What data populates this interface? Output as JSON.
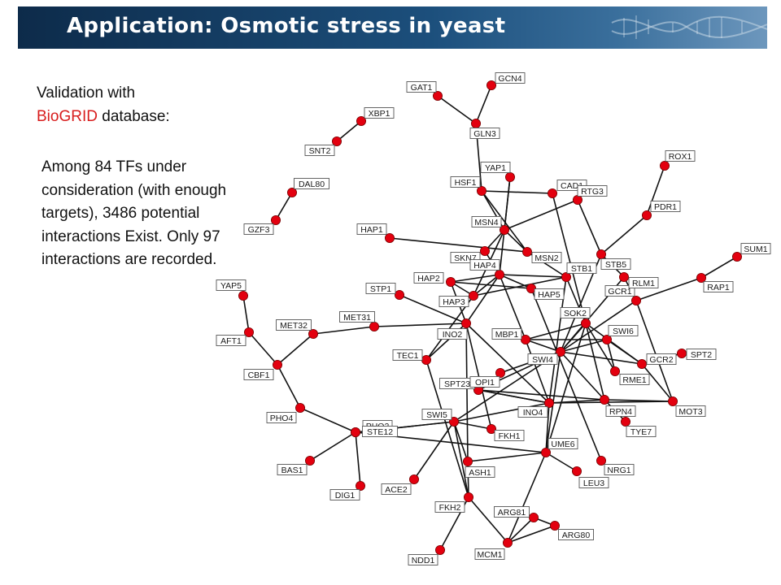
{
  "slide": {
    "title": "Application: Osmotic stress in yeast",
    "validation_prefix": "Validation with",
    "database_name": "BioGRID",
    "validation_suffix": " database:",
    "stats_text": "Among 84 TFs under consideration (with enough targets), 3486 potential interactions Exist. Only 97 interactions are recorded."
  },
  "colors": {
    "title_bar": "#1c4f7c",
    "highlight": "#d81c1c",
    "node_fill": "#e3000f",
    "edge": "#111111"
  },
  "network": {
    "nodes": [
      "GAT1",
      "GCN4",
      "GLN3",
      "XBP1",
      "SNT2",
      "DAL80",
      "GZF3",
      "YAP1",
      "HSF1",
      "CAD1",
      "RTG3",
      "ROX1",
      "PDR1",
      "HAP1",
      "MSN4",
      "SKN7",
      "HAP4",
      "MSN2",
      "STB1",
      "STB5",
      "SUM1",
      "RAP1",
      "HAP2",
      "STP1",
      "HAP3",
      "HAP5",
      "GCR1",
      "RLM1",
      "YAP5",
      "MET32",
      "MET31",
      "AFT1",
      "INO2",
      "SOK2",
      "SWI6",
      "MBP1",
      "TEC1",
      "SWI4",
      "GCR2",
      "SPT2",
      "CBF1",
      "SPT23",
      "OPI1",
      "RME1",
      "INO4",
      "RPN4",
      "MOT3",
      "PHO4",
      "SWI5",
      "FKH1",
      "TYE7",
      "PHO2",
      "STE12",
      "UME6",
      "ASH1",
      "NRG1",
      "BAS1",
      "ACE2",
      "LEU3",
      "DIG1",
      "ARG81",
      "FKH2",
      "ARG80",
      "NDD1",
      "MCM1"
    ],
    "edges": [
      [
        "GAT1",
        "GLN3"
      ],
      [
        "GCN4",
        "GLN3"
      ],
      [
        "XBP1",
        "SNT2"
      ],
      [
        "DAL80",
        "GZF3"
      ],
      [
        "GLN3",
        "HSF1"
      ],
      [
        "HSF1",
        "MSN4"
      ],
      [
        "HSF1",
        "MSN2"
      ],
      [
        "HSF1",
        "CAD1"
      ],
      [
        "YAP1",
        "MSN4"
      ],
      [
        "YAP1",
        "HAP4"
      ],
      [
        "CAD1",
        "SOK2"
      ],
      [
        "RTG3",
        "STB5"
      ],
      [
        "MSN4",
        "SKN7"
      ],
      [
        "MSN4",
        "RTG3"
      ],
      [
        "MSN4",
        "MSN2"
      ],
      [
        "MSN2",
        "STB1"
      ],
      [
        "HAP1",
        "MSN2"
      ],
      [
        "SKN7",
        "HAP4"
      ],
      [
        "HAP4",
        "STB1"
      ],
      [
        "HAP4",
        "HAP2"
      ],
      [
        "HAP4",
        "HAP3"
      ],
      [
        "HAP4",
        "HAP5"
      ],
      [
        "HAP4",
        "MBP1"
      ],
      [
        "HAP4",
        "INO2"
      ],
      [
        "HAP2",
        "HAP3"
      ],
      [
        "HAP2",
        "HAP5"
      ],
      [
        "HAP2",
        "INO2"
      ],
      [
        "HAP3",
        "STB1"
      ],
      [
        "STP1",
        "INO2"
      ],
      [
        "HAP3",
        "TEC1"
      ],
      [
        "STB1",
        "INO4"
      ],
      [
        "STB1",
        "SOK2"
      ],
      [
        "STB5",
        "GCR1"
      ],
      [
        "STB5",
        "SWI4"
      ],
      [
        "PDR1",
        "STB5"
      ],
      [
        "ROX1",
        "PDR1"
      ],
      [
        "GCR1",
        "SWI4"
      ],
      [
        "SOK2",
        "SWI4"
      ],
      [
        "SOK2",
        "MBP1"
      ],
      [
        "SOK2",
        "RPN4"
      ],
      [
        "SOK2",
        "GCR2"
      ],
      [
        "SOK2",
        "RME1"
      ],
      [
        "RLM1",
        "SWI4"
      ],
      [
        "RLM1",
        "GCR1"
      ],
      [
        "RAP1",
        "RLM1"
      ],
      [
        "SUM1",
        "RAP1"
      ],
      [
        "RLM1",
        "MOT3"
      ],
      [
        "SWI6",
        "MBP1"
      ],
      [
        "SWI6",
        "SWI4"
      ],
      [
        "SWI6",
        "GCR2"
      ],
      [
        "SWI6",
        "RME1"
      ],
      [
        "MBP1",
        "SWI4"
      ],
      [
        "MBP1",
        "INO4"
      ],
      [
        "SWI4",
        "GCR2"
      ],
      [
        "SWI4",
        "RPN4"
      ],
      [
        "SWI4",
        "SPT23"
      ],
      [
        "SWI4",
        "SWI5"
      ],
      [
        "SWI4",
        "OPI1"
      ],
      [
        "SWI4",
        "UME6"
      ],
      [
        "GCR2",
        "SPT2"
      ],
      [
        "GCR2",
        "MOT3"
      ],
      [
        "RPN4",
        "MOT3"
      ],
      [
        "RPN4",
        "TYE7"
      ],
      [
        "INO4",
        "RPN4"
      ],
      [
        "INO4",
        "MOT3"
      ],
      [
        "INO4",
        "SWI5"
      ],
      [
        "INO4",
        "SPT23"
      ],
      [
        "INO4",
        "UME6"
      ],
      [
        "INO4",
        "INO2"
      ],
      [
        "INO2",
        "TEC1"
      ],
      [
        "INO2",
        "FKH1"
      ],
      [
        "INO2",
        "ASH1"
      ],
      [
        "INO2",
        "MET31"
      ],
      [
        "MET31",
        "MET32"
      ],
      [
        "MET32",
        "CBF1"
      ],
      [
        "CBF1",
        "AFT1"
      ],
      [
        "AFT1",
        "YAP5"
      ],
      [
        "CBF1",
        "PHO4"
      ],
      [
        "PHO4",
        "PHO2"
      ],
      [
        "PHO2",
        "BAS1"
      ],
      [
        "PHO2",
        "SWI5"
      ],
      [
        "SWI5",
        "FKH1"
      ],
      [
        "SWI5",
        "STE12"
      ],
      [
        "SWI5",
        "ASH1"
      ],
      [
        "SWI5",
        "FKH2"
      ],
      [
        "SWI5",
        "ACE2"
      ],
      [
        "STE12",
        "DIG1"
      ],
      [
        "STE12",
        "UME6"
      ],
      [
        "TEC1",
        "FKH2"
      ],
      [
        "UME6",
        "ASH1"
      ],
      [
        "UME6",
        "LEU3"
      ],
      [
        "UME6",
        "MCM1"
      ],
      [
        "ASH1",
        "FKH2"
      ],
      [
        "FKH2",
        "NDD1"
      ],
      [
        "FKH2",
        "MCM1"
      ],
      [
        "MCM1",
        "ARG80"
      ],
      [
        "MCM1",
        "ARG81"
      ],
      [
        "ARG81",
        "ARG80"
      ],
      [
        "HAP5",
        "NRG1"
      ],
      [
        "SPT23",
        "INO4"
      ],
      [
        "SPT23",
        "RPN4"
      ],
      [
        "HAP3",
        "MSN4"
      ],
      [
        "SOK2",
        "UME6"
      ]
    ]
  }
}
